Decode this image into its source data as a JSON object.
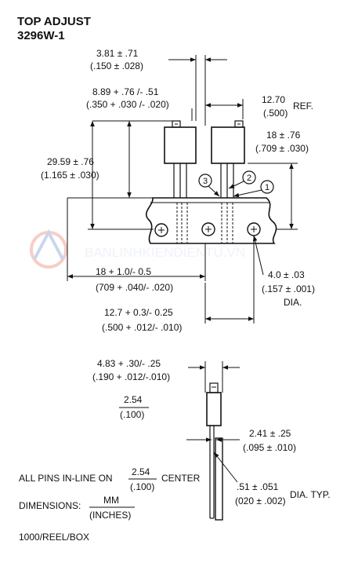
{
  "title": {
    "line1": "TOP ADJUST",
    "line2": "3296W-1"
  },
  "dims": {
    "d381": {
      "mm": "3.81 ± .71",
      "in": "(.150 ± .028)"
    },
    "d889": {
      "mm": "8.89 + .76 /- .51",
      "in": "(.350 + .030 /- .020)"
    },
    "d1270": {
      "mm": "12.70",
      "in": "(.500)",
      "suffix": "REF."
    },
    "d18": {
      "mm": "18 ± .76",
      "in": "(.709 ± .030)"
    },
    "d2959": {
      "mm": "29.59 ± .76",
      "in": "(1.165 ± .030)"
    },
    "d18b": {
      "mm": "18 + 1.0/- 0.5",
      "in": "(709 + .040/- .020)"
    },
    "d40": {
      "mm": "4.0 ± .03",
      "in": "(.157 ± .001)",
      "suffix": "DIA."
    },
    "d127": {
      "mm": "12.7 + 0.3/- 0.25",
      "in": "(.500 + .012/- .010)"
    },
    "d483": {
      "mm": "4.83 + .30/- .25",
      "in": "(.190 + .012/-.010)"
    },
    "d254": {
      "mm": "2.54",
      "in": "(.100)"
    },
    "d241": {
      "mm": "2.41 ± .25",
      "in": "(.095 ± .010)"
    },
    "d51": {
      "mm": ".51 ± .051",
      "in": "(020 ± .002)",
      "suffix": "DIA. TYP."
    }
  },
  "pins": [
    "1",
    "2",
    "3"
  ],
  "notes": {
    "allpins_pre": "ALL PINS IN-LINE ON",
    "allpins_mm": "2.54",
    "allpins_in": "(.100)",
    "allpins_post": "CENTER",
    "dims_label": "DIMENSIONS:",
    "dims_mm": "MM",
    "dims_in": "(INCHES)",
    "reel": "1000/REEL/BOX"
  },
  "watermark": "BANLINHKIENDIENTU.VN"
}
